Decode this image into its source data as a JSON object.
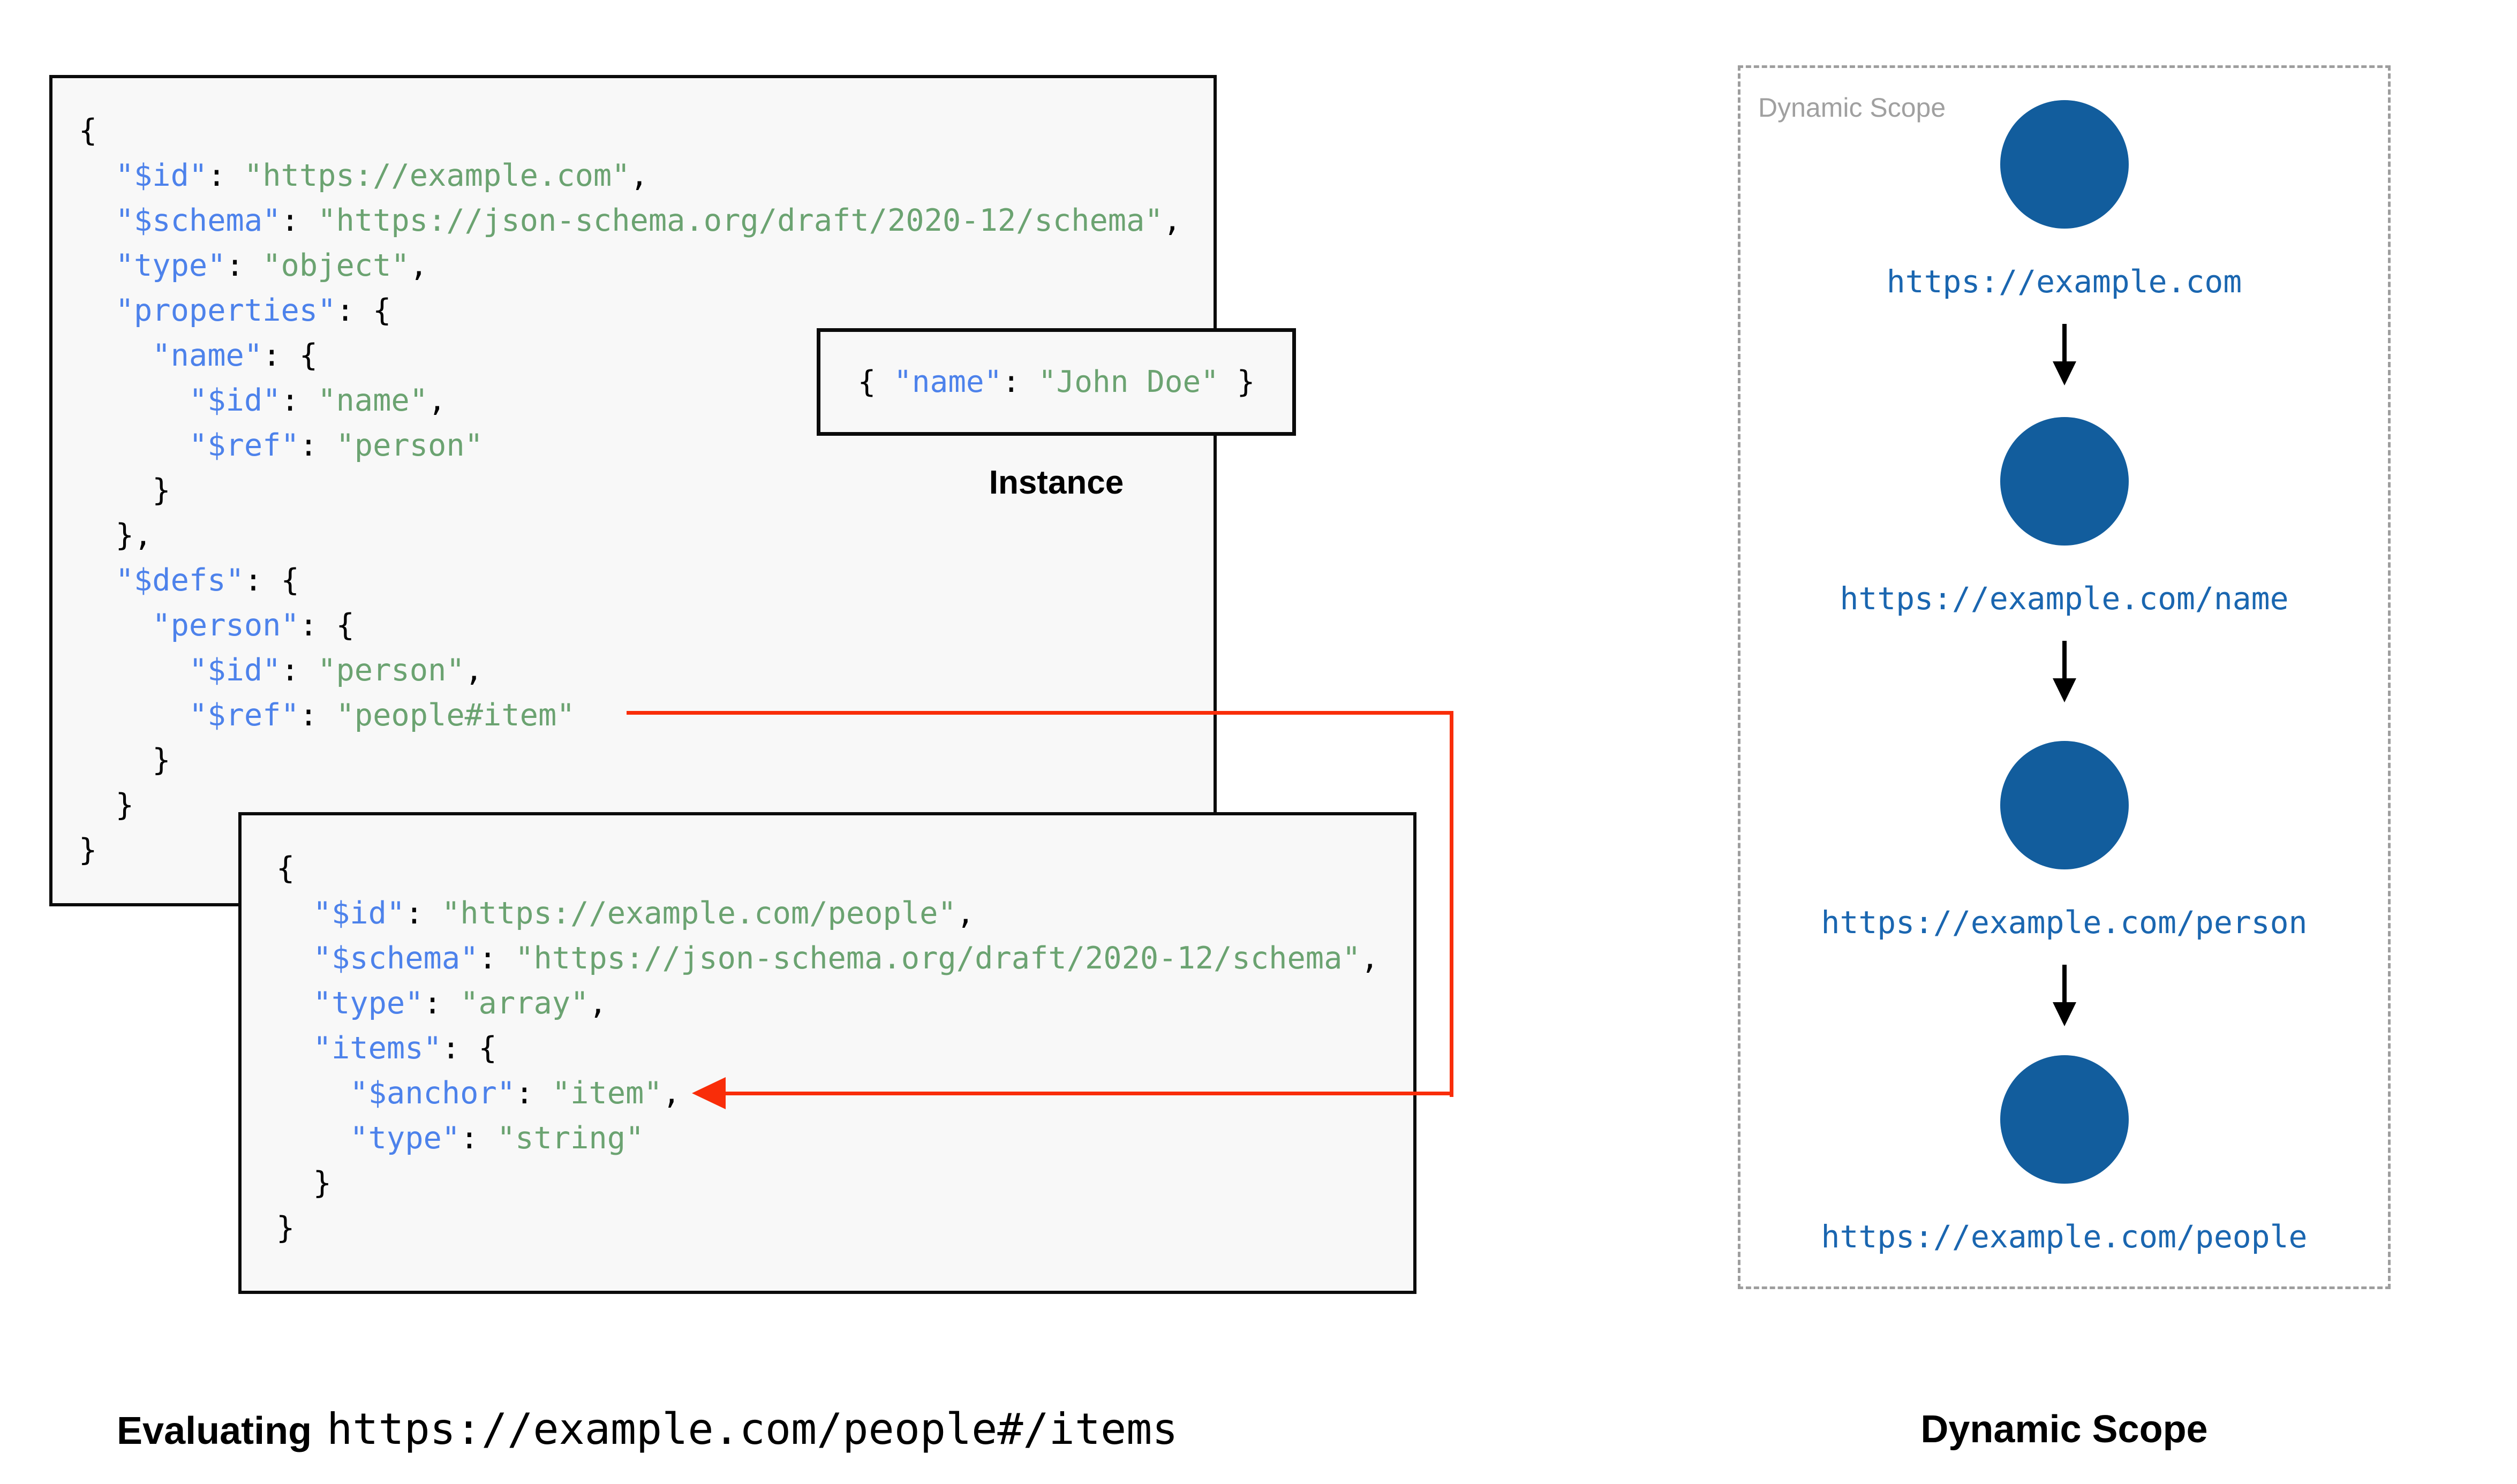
{
  "colors": {
    "canvas_bg": "#ffffff",
    "box_bg": "#f8f8f8",
    "box_border": "#0b0b0b",
    "json_key_blue": "#4d82eb",
    "json_string_green": "#6ba371",
    "json_punct_black": "#000000",
    "ref_arrow_red": "#f92d09",
    "scope_node_blue": "#125d9d",
    "scope_url_blue": "#1a66b0",
    "scope_border_gray": "#9e9e9e",
    "scope_watermark_gray": "#a0a0a0"
  },
  "root_schema": {
    "lines": [
      [
        [
          "pun",
          "{"
        ]
      ],
      [
        [
          "pun",
          "  "
        ],
        [
          "key",
          "\"$id\""
        ],
        [
          "pun",
          ": "
        ],
        [
          "str",
          "\"https://example.com\""
        ],
        [
          "pun",
          ","
        ]
      ],
      [
        [
          "pun",
          "  "
        ],
        [
          "key",
          "\"$schema\""
        ],
        [
          "pun",
          ": "
        ],
        [
          "str",
          "\"https://json-schema.org/draft/2020-12/schema\""
        ],
        [
          "pun",
          ","
        ]
      ],
      [
        [
          "pun",
          "  "
        ],
        [
          "key",
          "\"type\""
        ],
        [
          "pun",
          ": "
        ],
        [
          "str",
          "\"object\""
        ],
        [
          "pun",
          ","
        ]
      ],
      [
        [
          "pun",
          "  "
        ],
        [
          "key",
          "\"properties\""
        ],
        [
          "pun",
          ": {"
        ]
      ],
      [
        [
          "pun",
          "    "
        ],
        [
          "key",
          "\"name\""
        ],
        [
          "pun",
          ": {"
        ]
      ],
      [
        [
          "pun",
          "      "
        ],
        [
          "key",
          "\"$id\""
        ],
        [
          "pun",
          ": "
        ],
        [
          "str",
          "\"name\""
        ],
        [
          "pun",
          ","
        ]
      ],
      [
        [
          "pun",
          "      "
        ],
        [
          "key",
          "\"$ref\""
        ],
        [
          "pun",
          ": "
        ],
        [
          "str",
          "\"person\""
        ]
      ],
      [
        [
          "pun",
          "    }"
        ]
      ],
      [
        [
          "pun",
          "  },"
        ]
      ],
      [
        [
          "pun",
          "  "
        ],
        [
          "key",
          "\"$defs\""
        ],
        [
          "pun",
          ": {"
        ]
      ],
      [
        [
          "pun",
          "    "
        ],
        [
          "key",
          "\"person\""
        ],
        [
          "pun",
          ": {"
        ]
      ],
      [
        [
          "pun",
          "      "
        ],
        [
          "key",
          "\"$id\""
        ],
        [
          "pun",
          ": "
        ],
        [
          "str",
          "\"person\""
        ],
        [
          "pun",
          ","
        ]
      ],
      [
        [
          "pun",
          "      "
        ],
        [
          "key",
          "\"$ref\""
        ],
        [
          "pun",
          ": "
        ],
        [
          "str",
          "\"people#item\""
        ]
      ],
      [
        [
          "pun",
          "    }"
        ]
      ],
      [
        [
          "pun",
          "  }"
        ]
      ],
      [
        [
          "pun",
          "}"
        ]
      ]
    ]
  },
  "people_schema": {
    "lines": [
      [
        [
          "pun",
          "{"
        ]
      ],
      [
        [
          "pun",
          "  "
        ],
        [
          "key",
          "\"$id\""
        ],
        [
          "pun",
          ": "
        ],
        [
          "str",
          "\"https://example.com/people\""
        ],
        [
          "pun",
          ","
        ]
      ],
      [
        [
          "pun",
          "  "
        ],
        [
          "key",
          "\"$schema\""
        ],
        [
          "pun",
          ": "
        ],
        [
          "str",
          "\"https://json-schema.org/draft/2020-12/schema\""
        ],
        [
          "pun",
          ","
        ]
      ],
      [
        [
          "pun",
          "  "
        ],
        [
          "key",
          "\"type\""
        ],
        [
          "pun",
          ": "
        ],
        [
          "str",
          "\"array\""
        ],
        [
          "pun",
          ","
        ]
      ],
      [
        [
          "pun",
          "  "
        ],
        [
          "key",
          "\"items\""
        ],
        [
          "pun",
          ": {"
        ]
      ],
      [
        [
          "pun",
          "    "
        ],
        [
          "key",
          "\"$anchor\""
        ],
        [
          "pun",
          ": "
        ],
        [
          "str",
          "\"item\""
        ],
        [
          "pun",
          ","
        ]
      ],
      [
        [
          "pun",
          "    "
        ],
        [
          "key",
          "\"type\""
        ],
        [
          "pun",
          ": "
        ],
        [
          "str",
          "\"string\""
        ]
      ],
      [
        [
          "pun",
          "  }"
        ]
      ],
      [
        [
          "pun",
          "}"
        ]
      ]
    ]
  },
  "instance": {
    "code_lines": [
      [
        [
          "pun",
          "{ "
        ],
        [
          "key",
          "\"name\""
        ],
        [
          "pun",
          ": "
        ],
        [
          "str",
          "\"John Doe\""
        ],
        [
          "pun",
          " }"
        ]
      ]
    ],
    "label": "Instance"
  },
  "dynamic_scope": {
    "watermark": "Dynamic Scope",
    "caption": "Dynamic Scope",
    "nodes": [
      {
        "label": "https://example.com"
      },
      {
        "label": "https://example.com/name"
      },
      {
        "label": "https://example.com/person"
      },
      {
        "label": "https://example.com/people"
      }
    ]
  },
  "evaluating": {
    "prefix": "Evaluating",
    "uri": "https://example.com/people#/items"
  }
}
